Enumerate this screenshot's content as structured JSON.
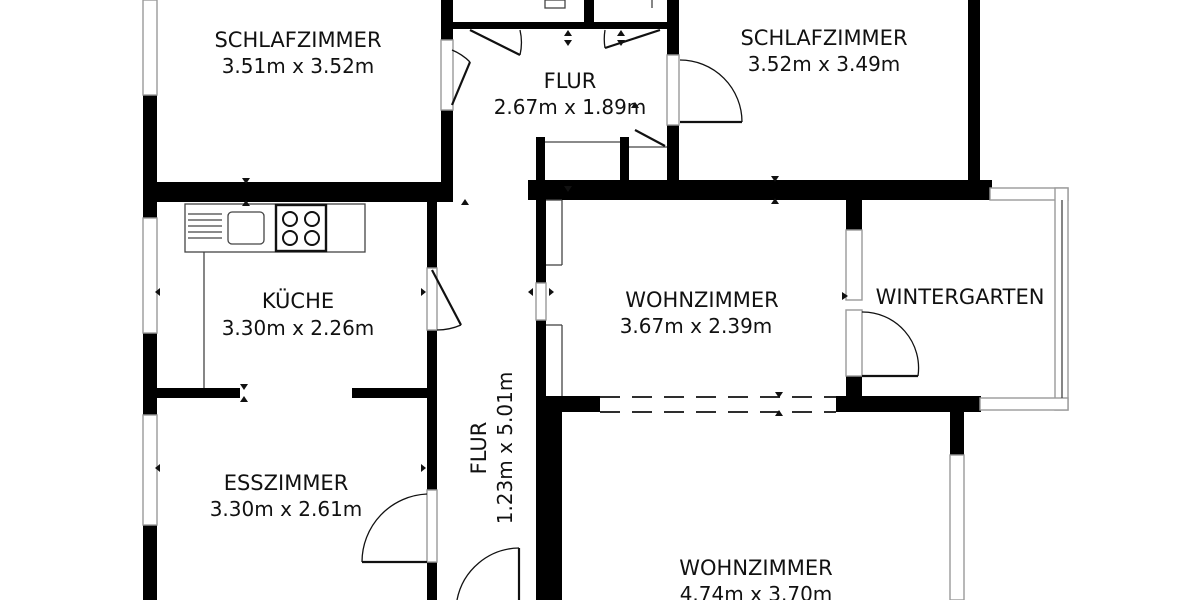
{
  "rooms": [
    {
      "id": "bed1",
      "name": "SCHLAFZIMMER",
      "dims": "3.51m x 3.52m"
    },
    {
      "id": "flur_top",
      "name": "FLUR",
      "dims": "2.67m x 1.89m"
    },
    {
      "id": "bed2",
      "name": "SCHLAFZIMMER",
      "dims": "3.52m x 3.49m"
    },
    {
      "id": "kueche",
      "name": "KÜCHE",
      "dims": "3.30m x 2.26m"
    },
    {
      "id": "wohn1",
      "name": "WOHNZIMMER",
      "dims": "3.67m x 2.39m"
    },
    {
      "id": "winter",
      "name": "WINTERGARTEN",
      "dims": ""
    },
    {
      "id": "flur_long",
      "name": "FLUR",
      "dims": "1.23m x 5.01m"
    },
    {
      "id": "ess",
      "name": "ESSZIMMER",
      "dims": "3.30m x 2.61m"
    },
    {
      "id": "wohn2",
      "name": "WOHNZIMMER",
      "dims": "4.74m x 3.70m"
    }
  ],
  "colors": {
    "wall": "#000000",
    "window": "#9a9a9a",
    "background": "#ffffff"
  },
  "fixtures": [
    "sink-icon",
    "cooktop-icon"
  ]
}
